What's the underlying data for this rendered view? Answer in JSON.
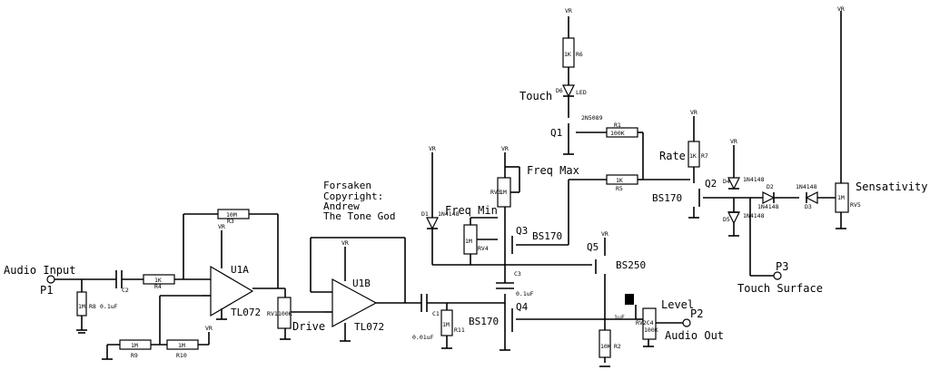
{
  "credits": [
    "Forsaken",
    "Copyright:",
    "Andrew",
    "The Tone God"
  ],
  "labels": {
    "audio_input": "Audio Input",
    "p1": "P1",
    "p2": "P2",
    "p3": "P3",
    "audio_out": "Audio Out",
    "touch_surface": "Touch Surface",
    "drive": "Drive",
    "level": "Level",
    "rate": "Rate",
    "sensativity": "Sensativity",
    "freq_max": "Freq Max",
    "freq_min": "Freq Min",
    "touch": "Touch",
    "u1a": "U1A",
    "u1b": "U1B",
    "tl072a": "TL072",
    "tl072b": "TL072",
    "q1": "Q1",
    "q2": "Q2",
    "q3": "Q3",
    "q4": "Q4",
    "q5": "Q5",
    "t2n5089": "2N5089",
    "bs170_q2": "BS170",
    "bs170_q3": "BS170",
    "bs170_q4": "BS170",
    "bs250": "BS250",
    "c1": "C1",
    "c1_val": "0.01uF",
    "c2": "C2",
    "c2_val": "0.1uF",
    "c3": "C3",
    "c3_val": "0.1uF",
    "c4_val": "1uF",
    "r1": "R1",
    "r1_val": "100K",
    "r2": "R2",
    "r2_val": "10K",
    "r3": "R3",
    "r3_val": "10M",
    "r4": "R4",
    "r4_val": "1K",
    "r5": "R5",
    "r5_val": "1K",
    "r6": "R6",
    "r6_val": "1K",
    "r7": "R7",
    "r7_val": "1K",
    "r8": "R8",
    "r8_val": "1M",
    "r9": "R9",
    "r9_val": "1M",
    "r10": "R10",
    "r10_val": "1M",
    "r11": "R11",
    "r11_val": "1M",
    "rv1": "RV1",
    "rv1_val": "100K",
    "rv2": "RV2C4",
    "rv2_val": "100K",
    "rv3": "RV3",
    "rv3_val": "1M",
    "rv4": "RV4",
    "rv4_val": "1M",
    "rv5": "RV5",
    "rv5_val": "1M",
    "d1": "D1",
    "d1_val": "1N4148",
    "d2": "D2",
    "d2_val": "1N4148",
    "d3": "D3",
    "d3_val": "1N4148",
    "d4": "D4",
    "d4_val": "1N4148",
    "d5": "D5",
    "d5_val": "1N4148",
    "d6": "D6",
    "d6_val": "LED",
    "vr": "VR"
  }
}
